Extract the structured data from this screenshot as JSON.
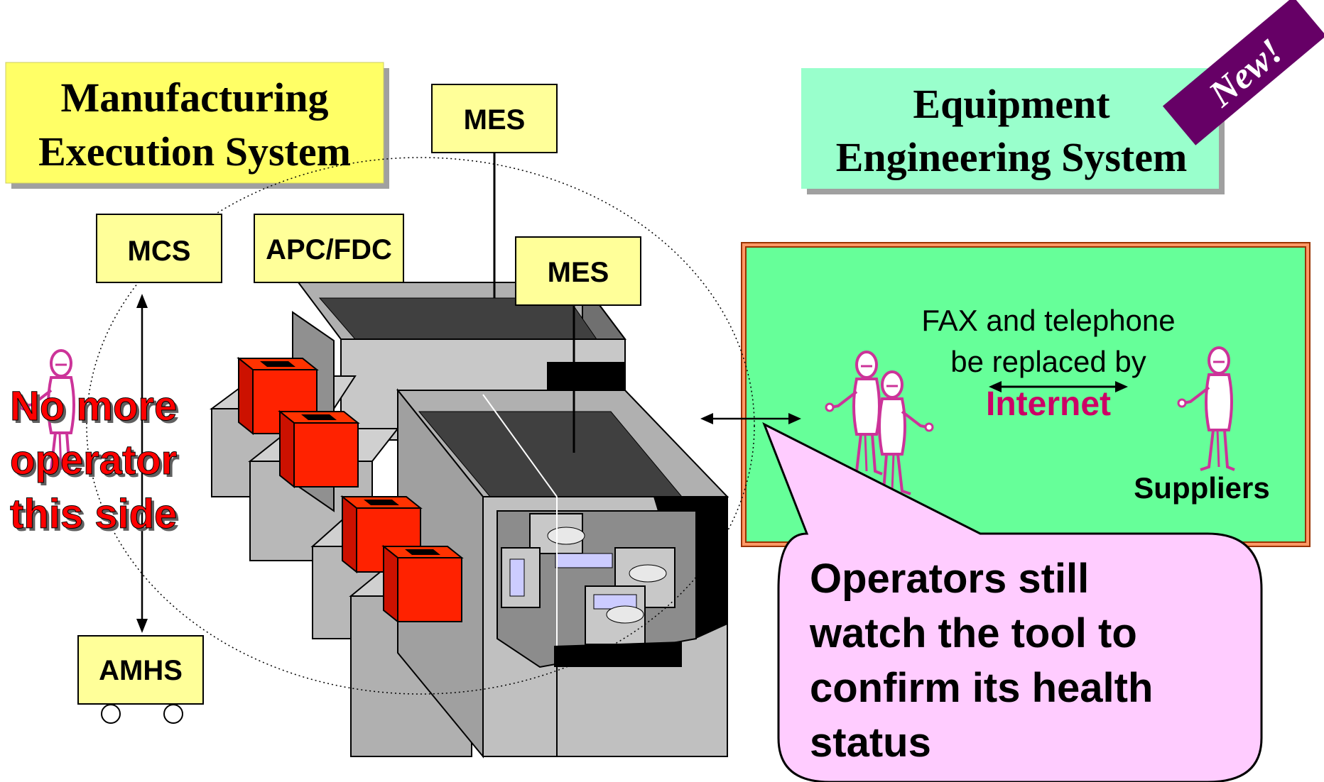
{
  "titles": {
    "mes_line1": "Manufacturing",
    "mes_line2": "Execution System",
    "ees_line1": "Equipment",
    "ees_line2": "Engineering System",
    "new_badge": "New!"
  },
  "boxes": {
    "mes_top": "MES",
    "mes_second": "MES",
    "mcs": "MCS",
    "apc_fdc": "APC/FDC",
    "amhs": "AMHS"
  },
  "callouts": {
    "no_operator_line1": "No more",
    "no_operator_line2": "operator",
    "no_operator_line3": "this side",
    "operators_line1": "Operators still",
    "operators_line2": "watch the tool to",
    "operators_line3": "confirm its health",
    "operators_line4": "status"
  },
  "ees_panel": {
    "fax_line1": "FAX and telephone",
    "fax_line2": "be replaced by",
    "internet": "Internet",
    "suppliers": "Suppliers"
  },
  "colors": {
    "yellow_box": "#ffff99",
    "mes_title_bg": "#ffff66",
    "ees_title_bg": "#99ffcc",
    "panel_green": "#66ff99",
    "callout_pink": "#ffccff",
    "badge_purple": "#660066",
    "internet_magenta": "#cc0066",
    "red_text": "#ff0000",
    "figure_magenta": "#cc3399"
  }
}
